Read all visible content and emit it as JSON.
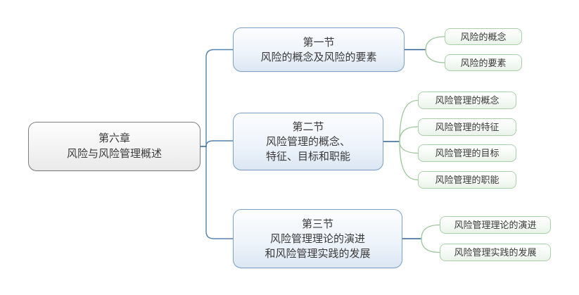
{
  "diagram": {
    "type": "mindmap",
    "direction": "left-to-right"
  },
  "colors": {
    "background": "#ffffff",
    "root_border": "#7f7f7f",
    "root_fill_top": "#fdfdfd",
    "root_fill_bottom": "#e9e9e9",
    "branch_border": "#7da0c4",
    "branch_fill_top": "#fcfdff",
    "branch_fill_bottom": "#dce7f3",
    "leaf_border": "#a9d0a9",
    "leaf_fill_top": "#ffffff",
    "leaf_fill_bottom": "#e9f3e9",
    "connector_blue": "#5581ad",
    "stub_blue": "#2f618f",
    "connector_green": "#9cc89c",
    "text": "#3a3a3a"
  },
  "root": {
    "lines": [
      "第六章",
      "风险与风险管理概述"
    ]
  },
  "branches": [
    {
      "lines": [
        "第一节",
        "风险的概念及风险的要素"
      ],
      "children": [
        "风险的概念",
        "风险的要素"
      ]
    },
    {
      "lines": [
        "第二节",
        "风险管理的概念、",
        "特征、目标和职能"
      ],
      "children": [
        "风险管理的概念",
        "风险管理的特征",
        "风险管理的目标",
        "风险管理的职能"
      ]
    },
    {
      "lines": [
        "第三节",
        "风险管理理论的演进",
        "和风险管理实践的发展"
      ],
      "children": [
        "风险管理理论的演进",
        "风险管理实践的发展"
      ]
    }
  ]
}
